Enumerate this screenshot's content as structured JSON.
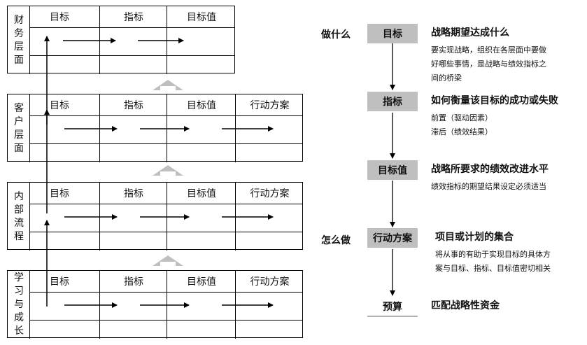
{
  "layers": [
    {
      "label": "财务层面",
      "headers": [
        "目标",
        "指标",
        "目标值"
      ]
    },
    {
      "label": "客户层面",
      "headers": [
        "目标",
        "指标",
        "目标值",
        "行动方案"
      ]
    },
    {
      "label": "内部流程",
      "headers": [
        "目标",
        "指标",
        "目标值",
        "行动方案"
      ]
    },
    {
      "label": "学习与成长",
      "headers": [
        "目标",
        "指标",
        "目标值",
        "行动方案"
      ]
    }
  ],
  "flow": {
    "what_label": "做什么",
    "how_label": "怎么做",
    "steps": [
      {
        "box": "目标",
        "title": "战略期望达成什么",
        "desc": [
          "要实现战略，组织在各层面中要做",
          "好哪些事情，是战略与绩效指标之",
          "间的桥梁"
        ]
      },
      {
        "box": "指标",
        "title": "如何衡量该目标的成功或失败",
        "desc": [
          "前置（驱动因素）",
          "滞后（绩效结果）"
        ]
      },
      {
        "box": "目标值",
        "title": "战略所要求的绩效改进水平",
        "desc": [
          "绩效指标的期望结果设定必须适当"
        ]
      },
      {
        "box": "行动方案",
        "title": "项目或计划的集合",
        "desc": [
          "将从事的有助于实现目标的具体方",
          "案与目标、指标、目标值密切相关"
        ]
      },
      {
        "box": "预算",
        "title": "匹配战略性资金",
        "desc": []
      }
    ]
  },
  "colors": {
    "box_fill": "#bfbfbf",
    "up_arrow": "#bfbfbf",
    "line": "#000000"
  }
}
